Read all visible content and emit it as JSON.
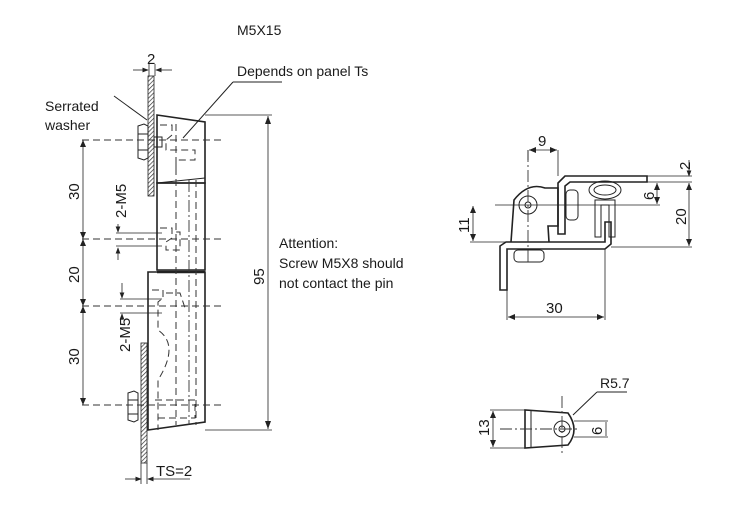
{
  "left_view": {
    "screw_label": "M5X15",
    "panel_label": "Depends on panel Ts",
    "washer_label_line1": "Serrated",
    "washer_label_line2": "washer",
    "dim_top_thickness": "2",
    "dim_30_top": "30",
    "dim_20": "20",
    "dim_30_bottom": "30",
    "dim_m5_top": "2-M5",
    "dim_m5_bottom": "2-M5",
    "dim_overall": "95",
    "dim_ts": "TS=2",
    "note_line1": "Attention:",
    "note_line2": "Screw M5X8 should",
    "note_line3": "not contact the pin"
  },
  "right_view": {
    "dim_9": "9",
    "dim_2": "2",
    "dim_6": "6",
    "dim_20": "20",
    "dim_11": "11",
    "dim_30": "30"
  },
  "detail_view": {
    "dim_radius": "R5.7",
    "dim_13": "13",
    "dim_6": "6"
  }
}
